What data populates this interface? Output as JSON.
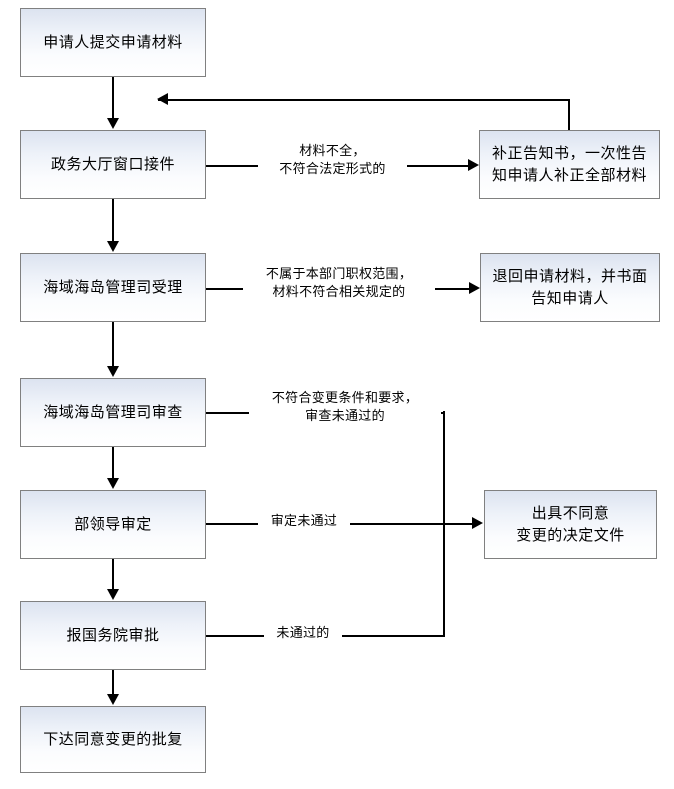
{
  "diagram": {
    "type": "flowchart",
    "title": "",
    "nodes": [
      {
        "id": "n1",
        "label": "申请人提交申请材料"
      },
      {
        "id": "n2",
        "label": "政务大厅窗口接件"
      },
      {
        "id": "n3",
        "label": "海域海岛管理司受理"
      },
      {
        "id": "n4",
        "label": "海域海岛管理司审查"
      },
      {
        "id": "n5",
        "label": "部领导审定"
      },
      {
        "id": "n6",
        "label": "报国务院审批"
      },
      {
        "id": "n7",
        "label": "下达同意变更的批复"
      },
      {
        "id": "r1",
        "label": "补正告知书，一次性告\n知申请人补正全部材料"
      },
      {
        "id": "r2",
        "label": "退回申请材料，并书面\n告知申请人"
      },
      {
        "id": "r3",
        "label": "出具不同意\n变更的决定文件"
      }
    ],
    "edge_labels": [
      {
        "id": "e1",
        "text": "材料不全，\n不符合法定形式的"
      },
      {
        "id": "e2",
        "text": "不属于本部门职权范围，\n材料不符合相关规定的"
      },
      {
        "id": "e3",
        "text": "不符合变更条件和要求，\n审查未通过的"
      },
      {
        "id": "e4",
        "text": "审定未通过"
      },
      {
        "id": "e5",
        "text": "未通过的"
      }
    ],
    "colors": {
      "node_border": "#808080",
      "node_fill_top": "#dce3f0",
      "node_fill_bottom": "#ffffff",
      "line": "#000000",
      "text": "#000000",
      "background": "#ffffff"
    }
  }
}
